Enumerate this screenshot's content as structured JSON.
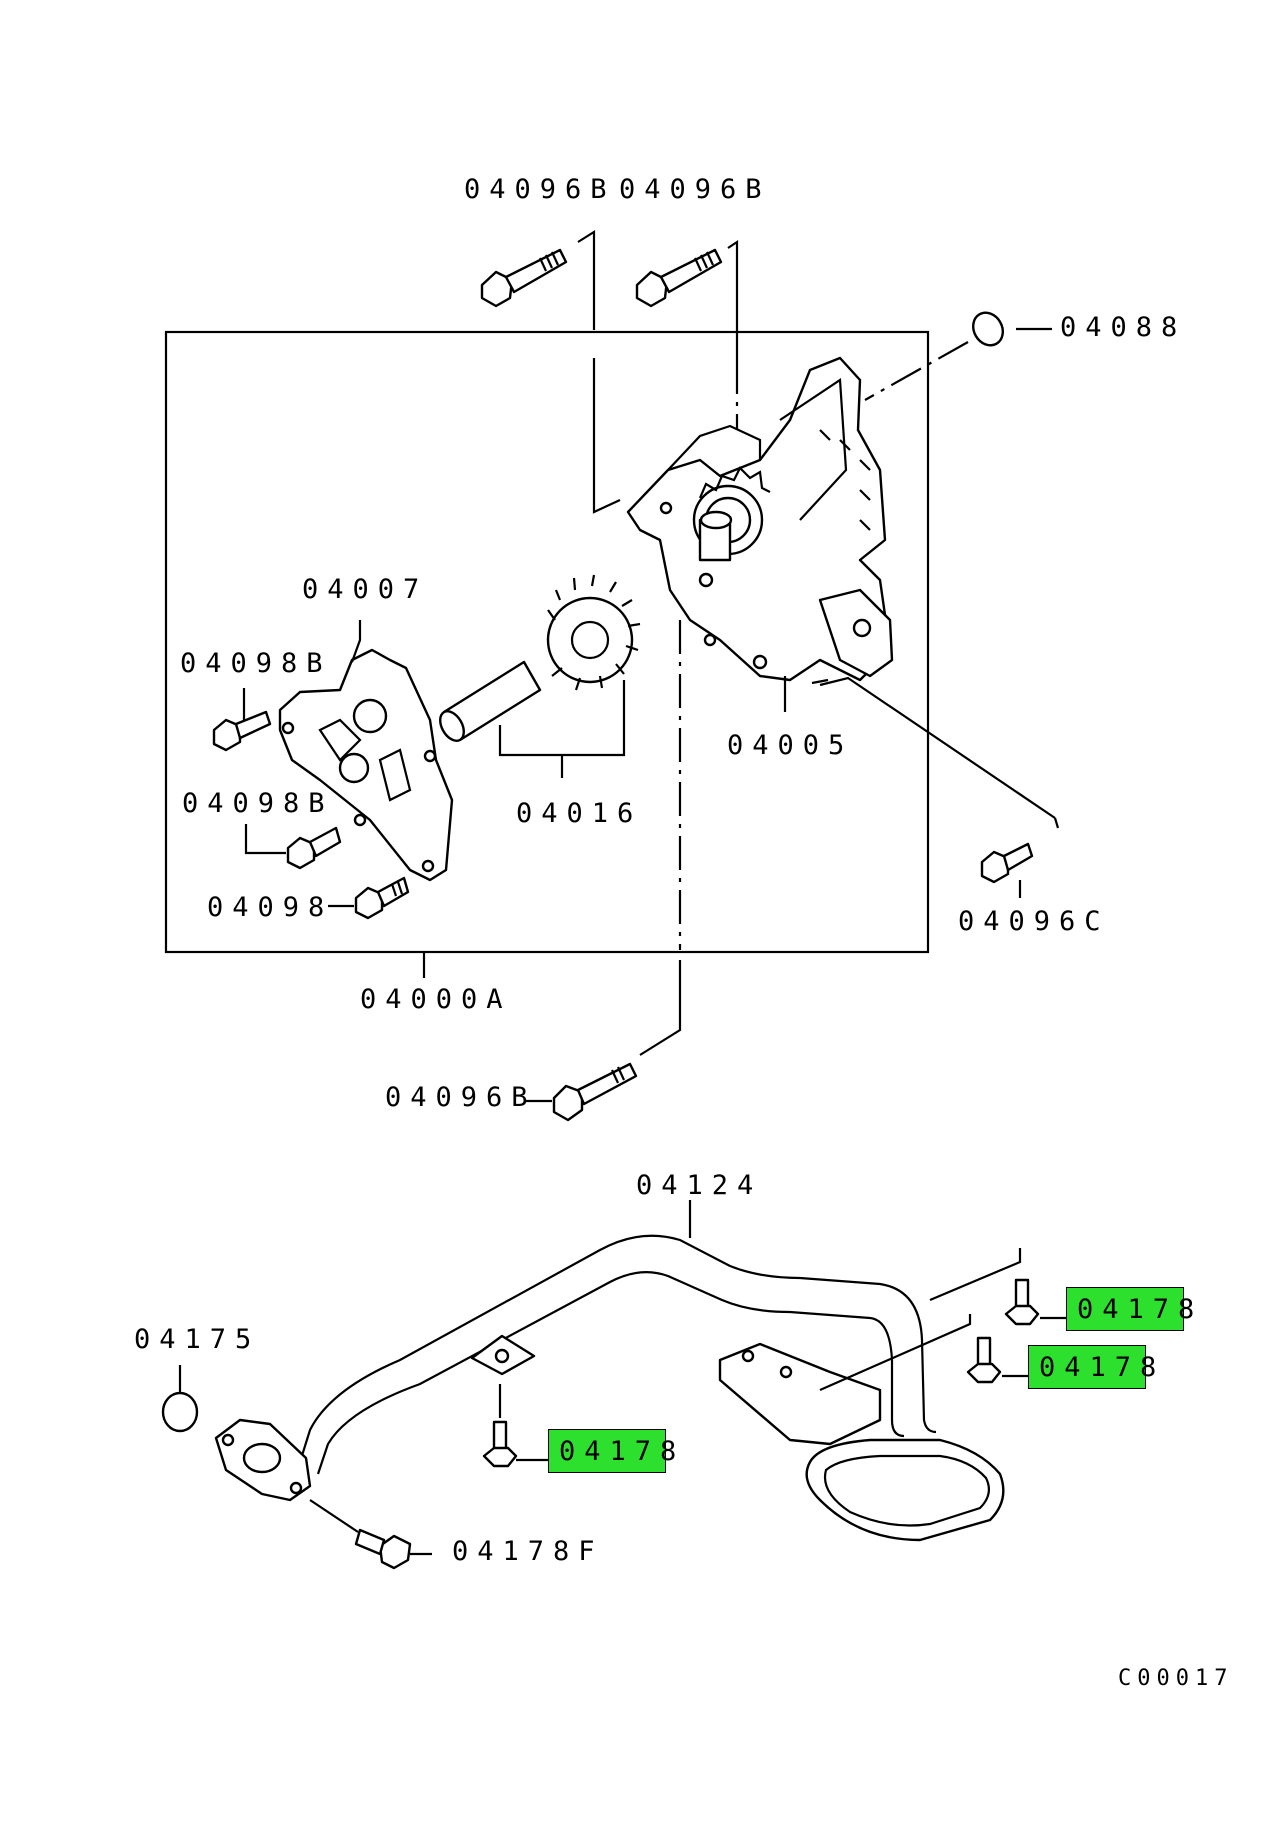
{
  "diagram": {
    "labels": {
      "p04096B_a": "04096B",
      "p04096B_b": "04096B",
      "p04088": "04088",
      "p04007": "04007",
      "p04098B_a": "04098B",
      "p04098B_b": "04098B",
      "p04098": "04098",
      "p04016": "04016",
      "p04005": "04005",
      "p04096C": "04096C",
      "p04000A": "04000A",
      "p04096B_c": "04096B",
      "p04124": "04124",
      "p04175": "04175",
      "p04178F": "04178F"
    },
    "highlighted": [
      {
        "label": "04178",
        "color": "#2ee02e"
      },
      {
        "label": "04178",
        "color": "#2ee02e"
      },
      {
        "label": "04178",
        "color": "#2ee02e"
      }
    ],
    "drawing_code": "C00017"
  }
}
